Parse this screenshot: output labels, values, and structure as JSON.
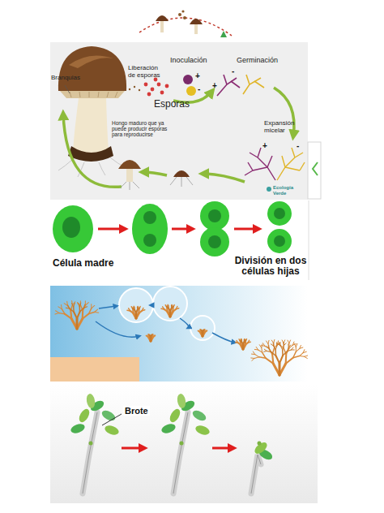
{
  "diagram": {
    "labels": [
      "Branquias",
      "Liberación de esporas",
      "Inoculación",
      "Germinación",
      "Esporas",
      "+",
      "-",
      "-",
      "+",
      "Expansión micelar",
      "+",
      "-",
      "Hongo maduro que ya puede producir esporas para reproducirse",
      "Ecología Verde",
      "Célula madre",
      "División en dos células hijas",
      "Brote"
    ]
  }
}
